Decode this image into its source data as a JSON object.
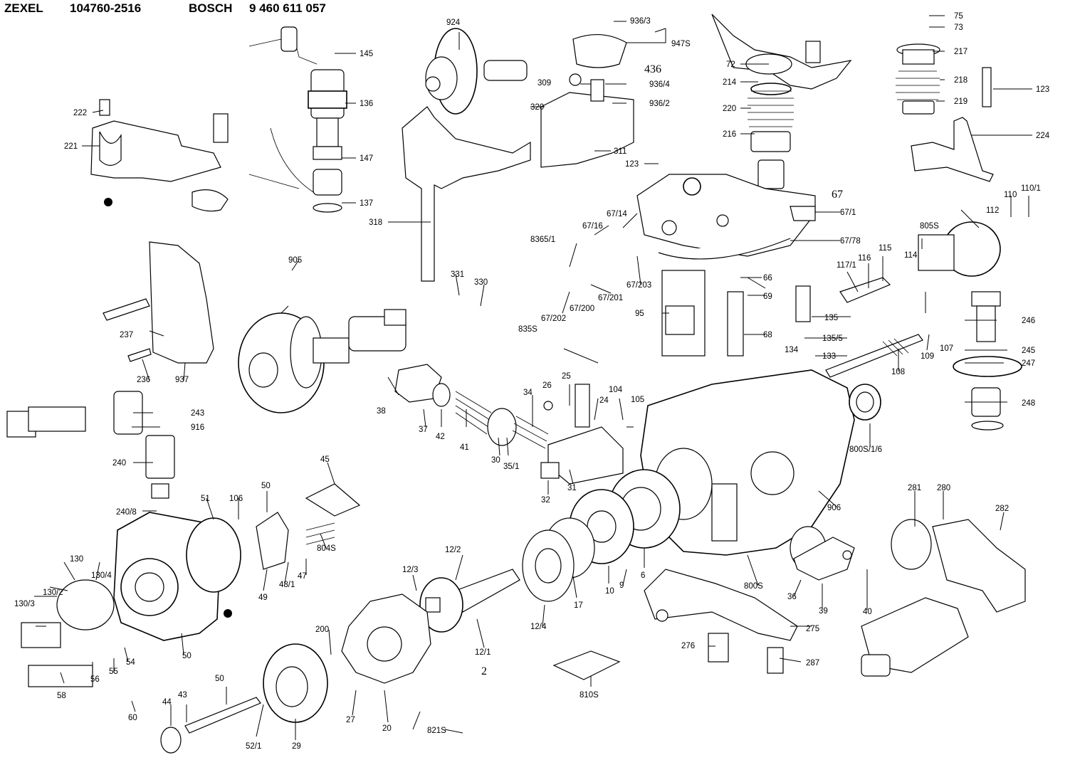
{
  "header": {
    "make1": "ZEXEL",
    "part_no1": "104760-2516",
    "make2": "BOSCH",
    "part_no2": "9 460 611 057"
  },
  "hand_notes": [
    "436",
    "67",
    "2"
  ],
  "callouts": [
    "924",
    "936/3",
    "947S",
    "75",
    "73",
    "145",
    "217",
    "309",
    "936/4",
    "72",
    "214",
    "218",
    "136",
    "936/2",
    "123",
    "320",
    "220",
    "219",
    "222",
    "221",
    "147",
    "311",
    "216",
    "224",
    "123",
    "137",
    "67",
    "318",
    "67/1",
    "67/14",
    "110/1",
    "110",
    "67/16",
    "112",
    "805S",
    "8365/1",
    "67/78",
    "115",
    "114",
    "905",
    "117/1",
    "116",
    "66",
    "331",
    "330",
    "67/203",
    "69",
    "67/201",
    "67/202",
    "67/200",
    "246",
    "95",
    "135",
    "237",
    "835S",
    "68",
    "135/5",
    "107",
    "134",
    "133",
    "109",
    "245",
    "108",
    "247",
    "236",
    "937",
    "25",
    "38",
    "26",
    "34",
    "104",
    "24",
    "105",
    "243",
    "916",
    "248",
    "37",
    "42",
    "41",
    "30",
    "35/1",
    "800S/1/6",
    "240",
    "32",
    "31",
    "45",
    "281",
    "280",
    "906",
    "240/8",
    "51",
    "106",
    "50",
    "282",
    "130",
    "130/4",
    "130/2",
    "12/2",
    "130/3",
    "48/1",
    "47",
    "804S",
    "49",
    "50",
    "12/3",
    "10",
    "9",
    "6",
    "17",
    "36",
    "39",
    "800S",
    "40",
    "12/4",
    "200",
    "12/1",
    "275",
    "55",
    "54",
    "56",
    "58",
    "50",
    "276",
    "287",
    "810S",
    "60",
    "44",
    "43",
    "27",
    "20",
    "52/1",
    "29",
    "821S"
  ]
}
